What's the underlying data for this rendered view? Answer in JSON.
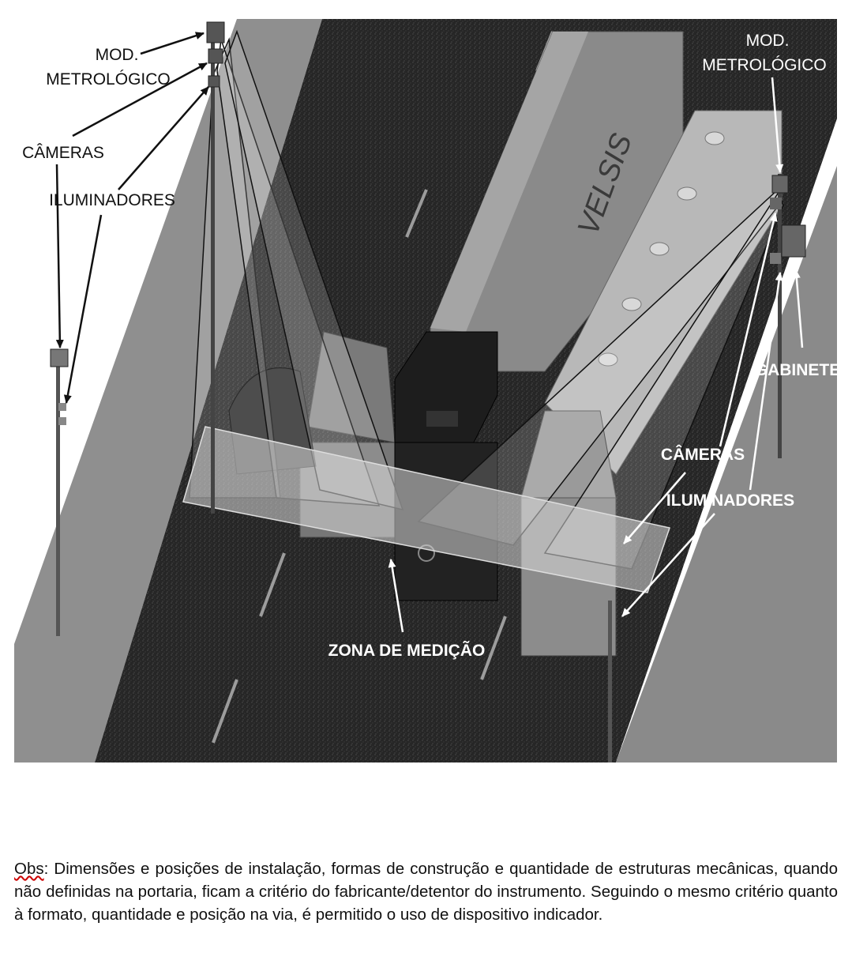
{
  "labels": {
    "left_mod_line1": "MOD.",
    "left_mod_line2": "METROLÓGICO",
    "left_cameras": "CÂMERAS",
    "left_illuminators": "ILUMINADORES",
    "right_mod_line1": "MOD.",
    "right_mod_line2": "METROLÓGICO",
    "right_cabinet": "GABINETE",
    "right_cameras": "CÂMERAS",
    "right_illuminators": "ILUMINADORES",
    "measurement_zone": "ZONA DE MEDIÇÃO",
    "trailer_brand": "VELSIS"
  },
  "note": {
    "label": "Obs",
    "text": ": Dimensões e posições de instalação, formas de construção e quantidade de estruturas mecânicas, quando não definidas na portaria, ficam a critério do fabricante/detentor do instrumento. Seguindo o mesmo critério quanto à formato, quantidade e posição na via, é permitido o uso de dispositivo indicador."
  }
}
